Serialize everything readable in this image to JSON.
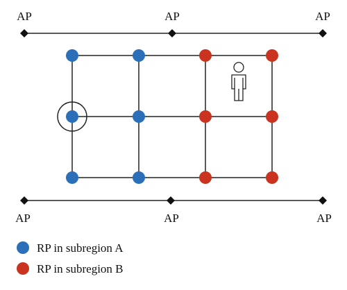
{
  "colors": {
    "subregion_a": "#2a6fb8",
    "subregion_b": "#c9331f",
    "line": "#222222",
    "ap_marker": "#111111"
  },
  "access_points": {
    "label": "AP",
    "top_row": [
      "AP",
      "AP",
      "AP"
    ],
    "bottom_row": [
      "AP",
      "AP",
      "AP"
    ]
  },
  "grid": {
    "rows": 3,
    "columns": 4,
    "reference_points": [
      [
        "A",
        "A",
        "B",
        "B"
      ],
      [
        "A",
        "A",
        "B",
        "B"
      ],
      [
        "A",
        "A",
        "B",
        "B"
      ]
    ],
    "highlighted_point": {
      "row": 1,
      "col": 0
    },
    "person_icon": "person-icon"
  },
  "legend": {
    "items": [
      {
        "key": "subregion_a",
        "label": "RP in subregion A"
      },
      {
        "key": "subregion_b",
        "label": "RP in subregion B"
      }
    ]
  }
}
